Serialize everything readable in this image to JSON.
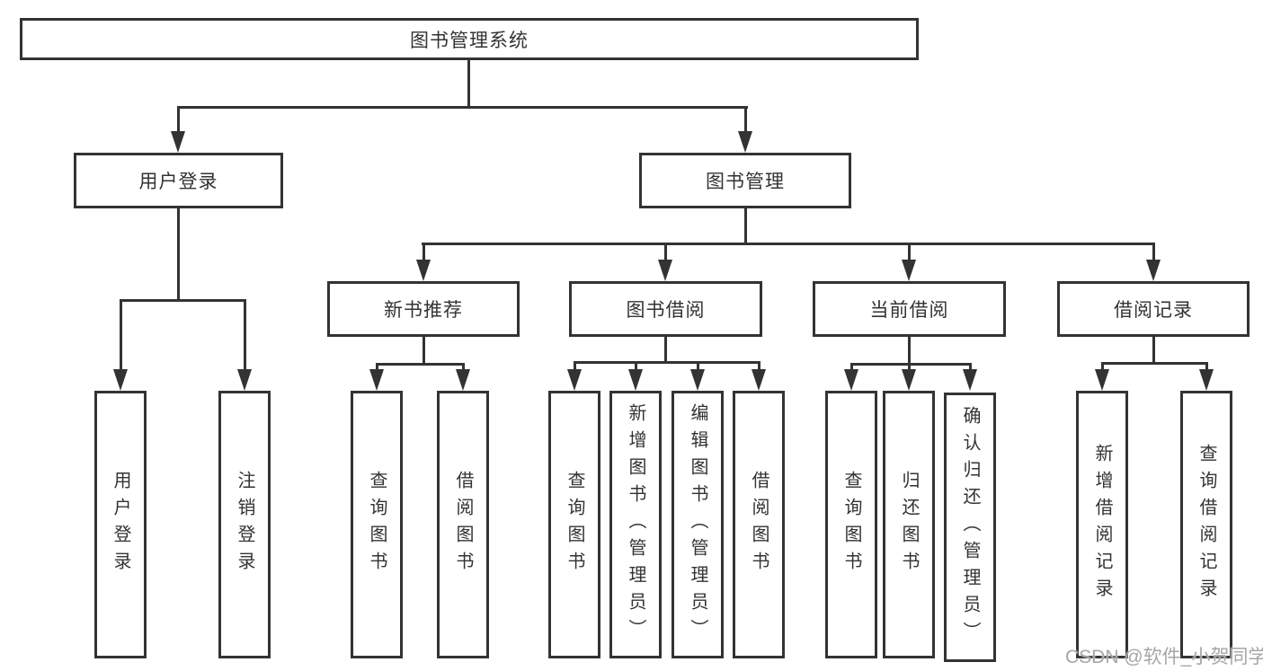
{
  "diagram": {
    "type": "tree",
    "root": {
      "label": "图书管理系统"
    },
    "branches": [
      {
        "label": "用户登录",
        "children": [
          {
            "label": "用户登录"
          },
          {
            "label": "注销登录"
          }
        ]
      },
      {
        "label": "图书管理",
        "children": [
          {
            "label": "新书推荐",
            "children": [
              {
                "label": "查询图书"
              },
              {
                "label": "借阅图书"
              }
            ]
          },
          {
            "label": "图书借阅",
            "children": [
              {
                "label": "查询图书"
              },
              {
                "label": "新增图书（管理员）"
              },
              {
                "label": "编辑图书（管理员）"
              },
              {
                "label": "借阅图书"
              }
            ]
          },
          {
            "label": "当前借阅",
            "children": [
              {
                "label": "查询图书"
              },
              {
                "label": "归还图书"
              },
              {
                "label": "确认归还（管理员）"
              }
            ]
          },
          {
            "label": "借阅记录",
            "children": [
              {
                "label": "新增借阅记录"
              },
              {
                "label": "查询借阅记录"
              }
            ]
          }
        ]
      }
    ]
  },
  "colors": {
    "line": "#333333",
    "text": "#333333",
    "background": "#ffffff",
    "watermark": "#a6a6a6"
  },
  "watermark": {
    "text": "CSDN @软件_小贺同学"
  }
}
